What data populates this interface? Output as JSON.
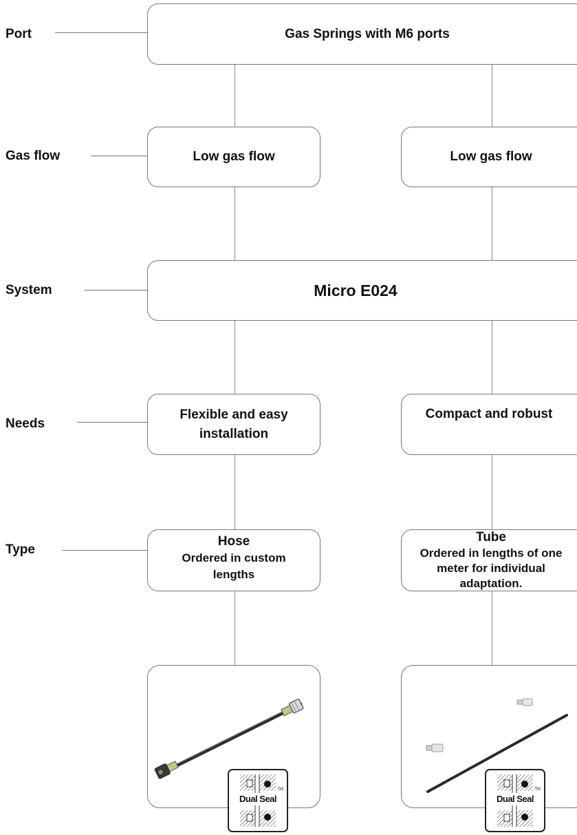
{
  "row_labels": {
    "port": "Port",
    "gas_flow": "Gas flow",
    "system": "System",
    "needs": "Needs",
    "type": "Type"
  },
  "port_box": {
    "title": "Gas Springs with M6 ports"
  },
  "gas_flow_boxes": [
    {
      "title": "Low gas flow"
    },
    {
      "title": "Low gas flow"
    }
  ],
  "system_box": {
    "title": "Micro E024"
  },
  "needs_boxes": [
    {
      "title": "Flexible and easy installation"
    },
    {
      "title": "Compact and robust"
    }
  ],
  "type_boxes": [
    {
      "title": "Hose",
      "description": "Ordered in custom lengths"
    },
    {
      "title": "Tube",
      "description": "Ordered in lengths of one meter for individual adaptation."
    }
  ],
  "badges": [
    {
      "text": "Dual Seal",
      "tm": "TM"
    },
    {
      "text": "Dual Seal",
      "tm": "TM"
    }
  ],
  "colors": {
    "line": "#8a8a8a",
    "border": "#777777",
    "text": "#111111"
  }
}
